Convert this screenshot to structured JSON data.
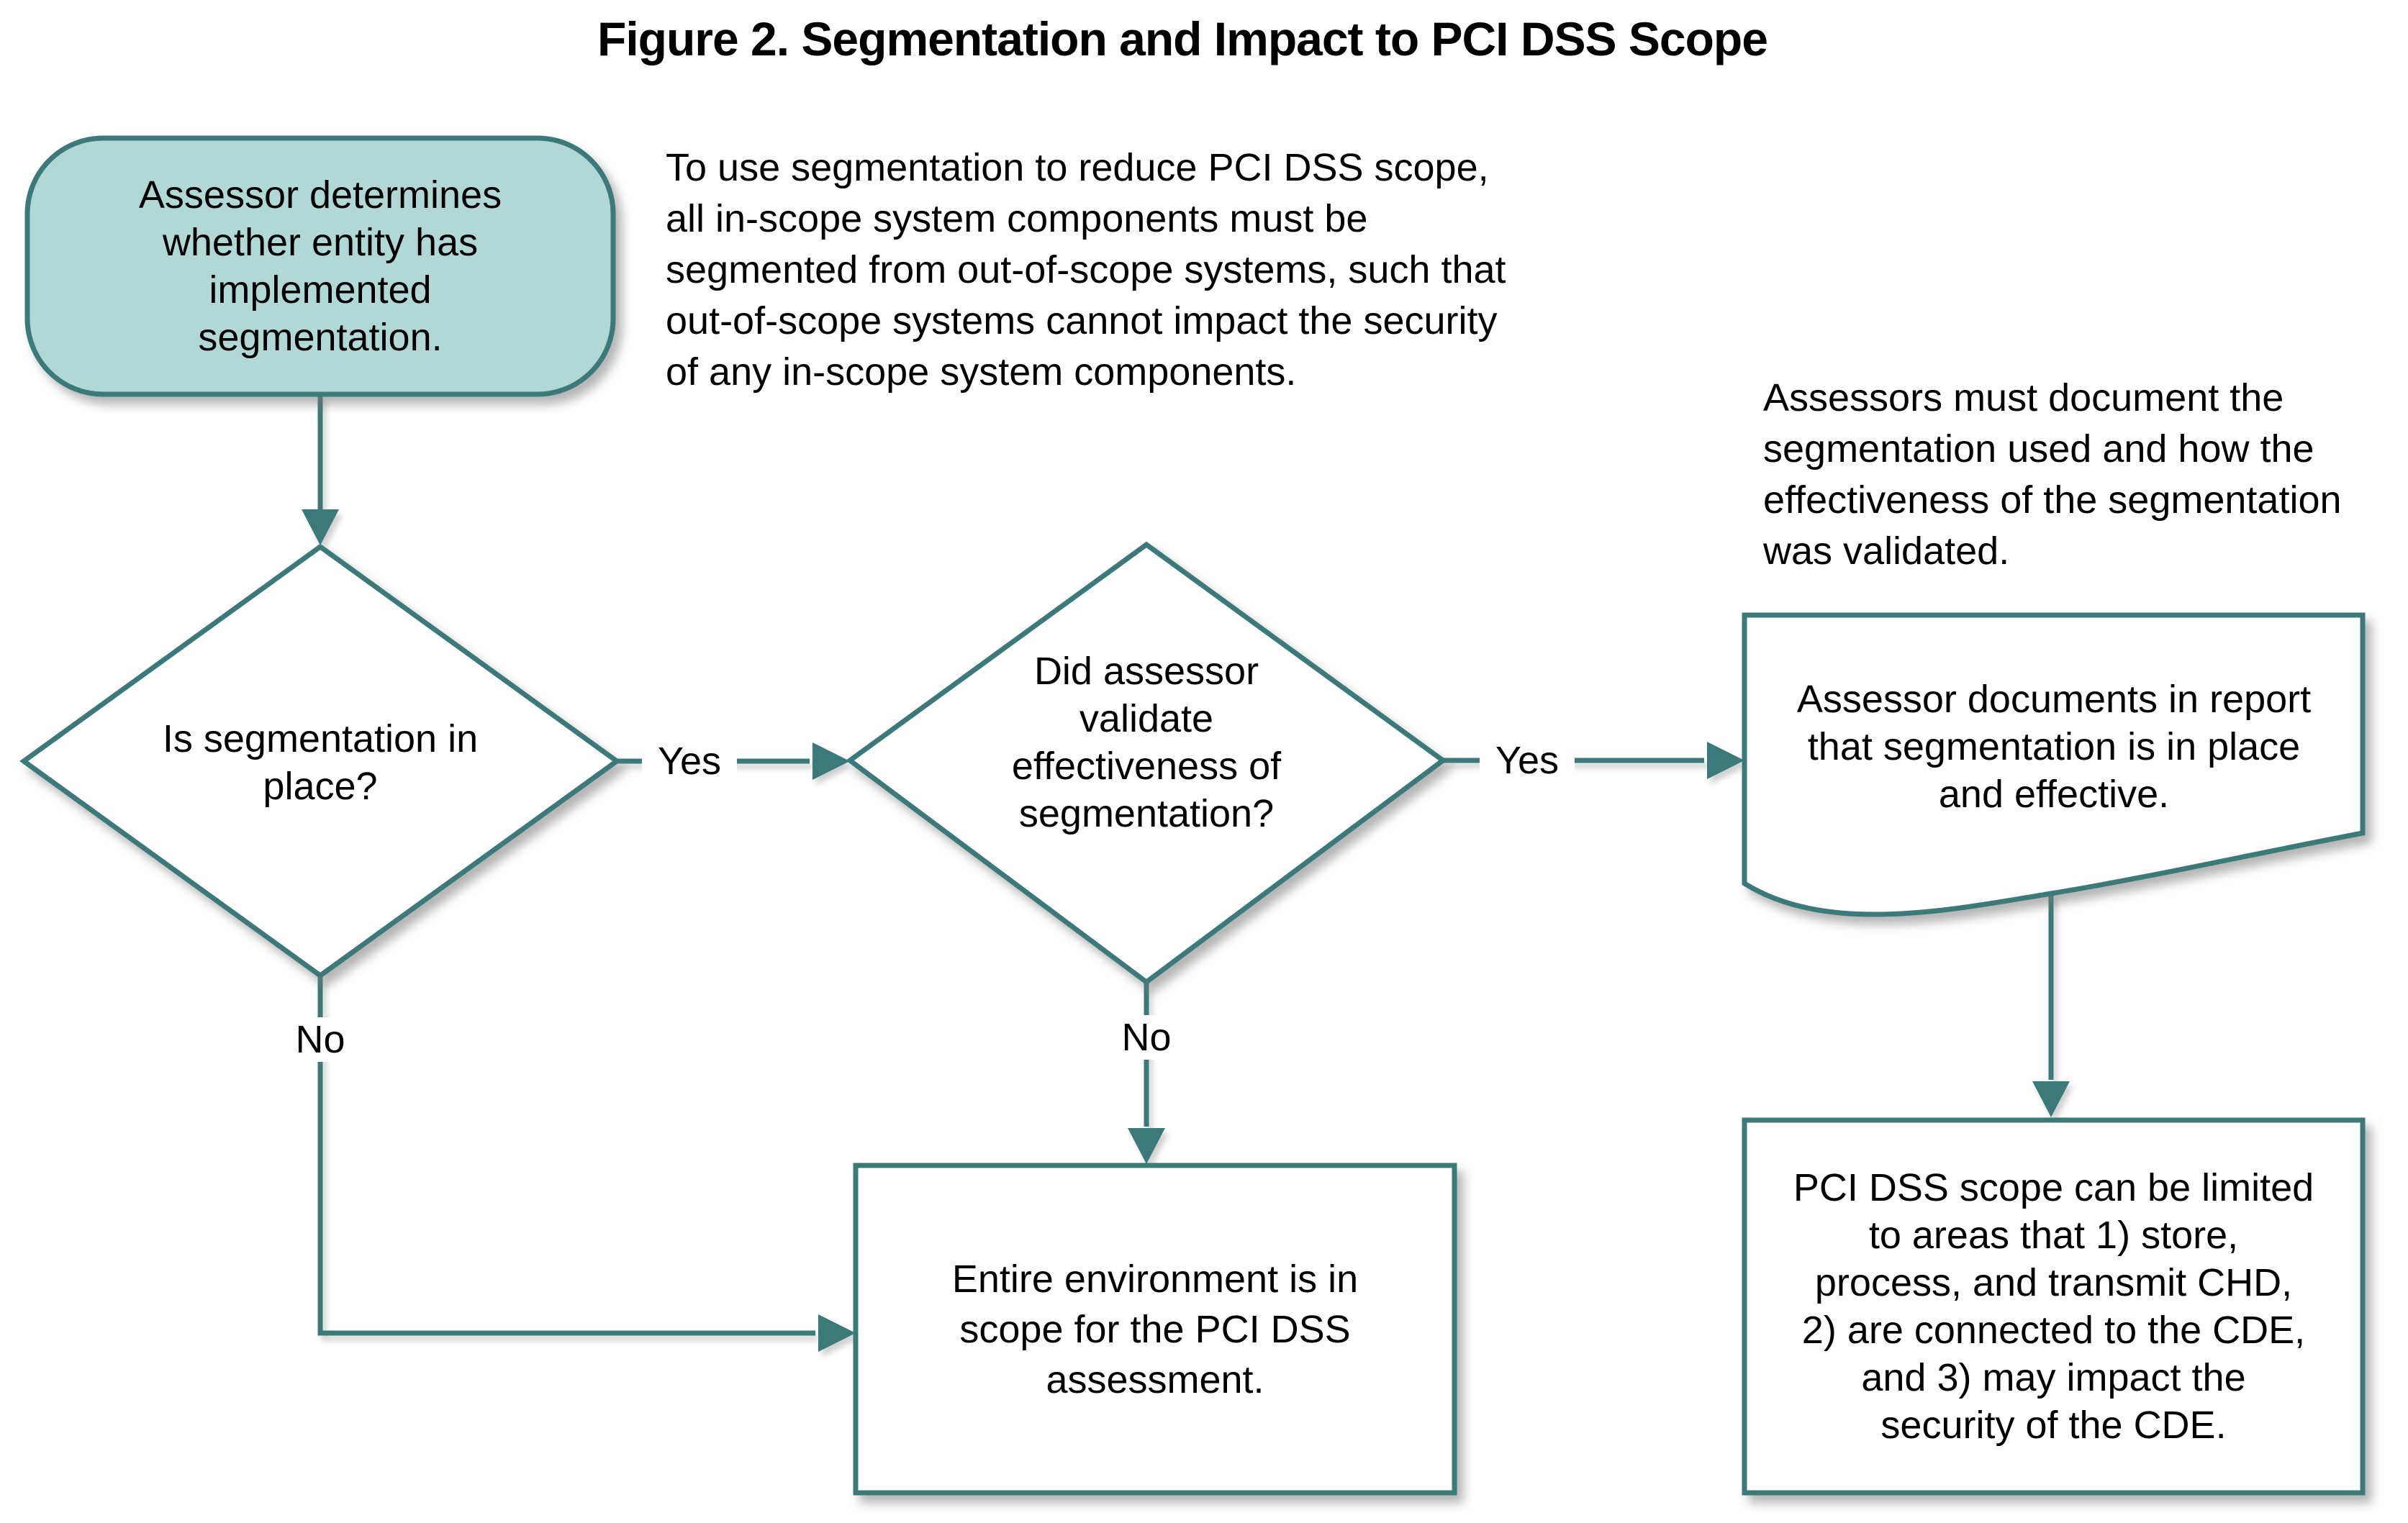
{
  "title": "Figure 2. Segmentation and Impact to PCI DSS Scope",
  "colors": {
    "line_teal": "#3B7A79",
    "terminator_fill": "#B1D8D5",
    "shape_fill": "#FFFFFF",
    "text_color": "#000000",
    "bg": "#FFFFFF"
  },
  "nodes": {
    "start": {
      "type": "terminator",
      "lines": [
        "Assessor determines",
        "whether entity has",
        "implemented",
        "segmentation."
      ]
    },
    "decision_segmentation_in_place": {
      "type": "decision",
      "lines": [
        "Is segmentation in",
        "place?"
      ]
    },
    "decision_assessor_validated": {
      "type": "decision",
      "lines": [
        "Did assessor",
        "validate",
        "effectiveness of",
        "segmentation?"
      ]
    },
    "document_assessor_report": {
      "type": "document",
      "lines": [
        "Assessor documents in report",
        "that segmentation is in place",
        "and effective."
      ]
    },
    "process_entire_environment_in_scope": {
      "type": "process",
      "lines": [
        "Entire environment is in",
        "scope for the PCI DSS",
        "assessment."
      ]
    },
    "process_scope_limited": {
      "type": "process",
      "lines": [
        "PCI DSS scope can be limited",
        "to areas that 1) store,",
        "process, and transmit CHD,",
        "2) are connected to the CDE,",
        "and 3) may impact the",
        "security of the CDE."
      ]
    }
  },
  "notes": {
    "segmentation_requirement": {
      "lines": [
        "To use segmentation to reduce PCI DSS scope,",
        "all in-scope system components must be",
        "segmented from out-of-scope systems, such that",
        "out-of-scope systems cannot impact the security",
        "of any in-scope system components."
      ]
    },
    "assessor_documentation": {
      "lines": [
        "Assessors must document the",
        "segmentation used and how the",
        "effectiveness of the segmentation",
        "was validated."
      ]
    }
  },
  "edge_labels": {
    "yes_to_validate": "Yes",
    "yes_to_document": "Yes",
    "no_from_segmentation": "No",
    "no_from_validate": "No"
  }
}
